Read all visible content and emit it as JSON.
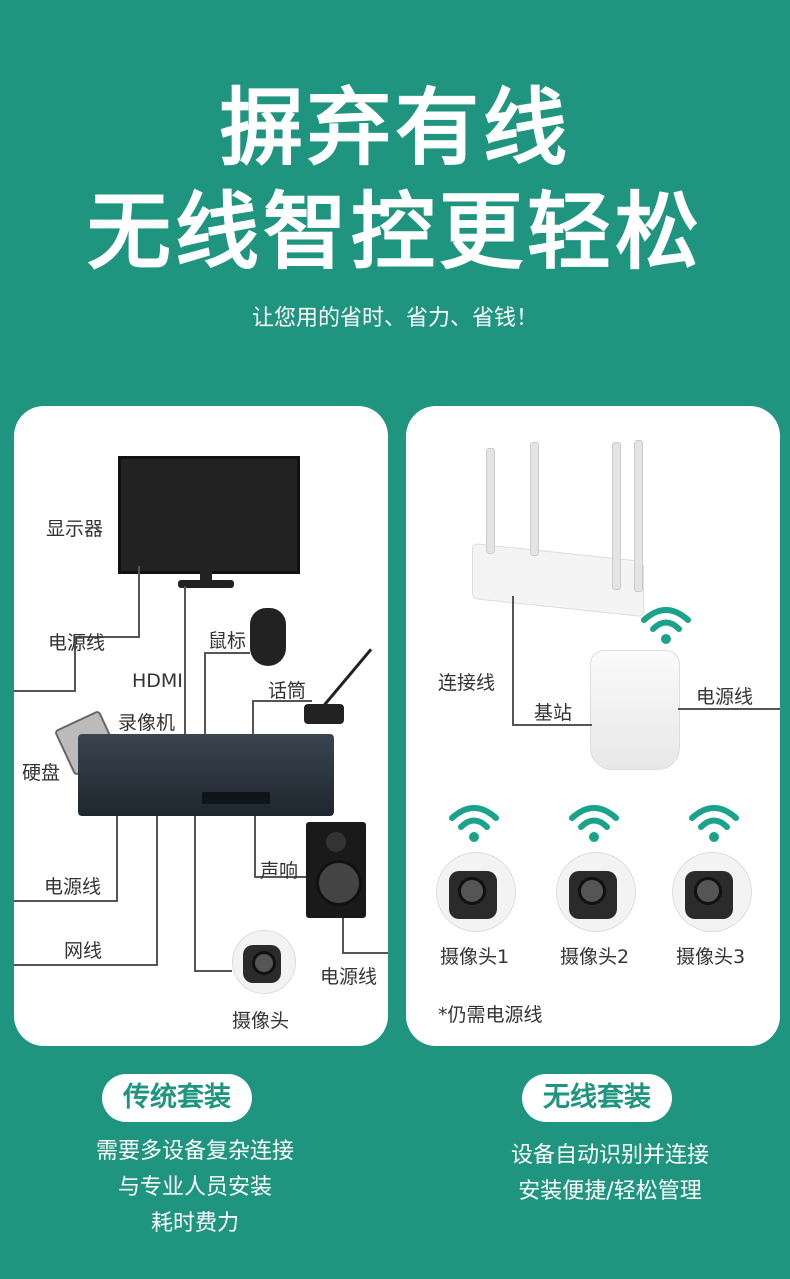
{
  "headline": {
    "line1": "摒弃有线",
    "line2": "无线智控更轻松"
  },
  "subtitle": "让您用的省时、省力、省钱！",
  "traditional": {
    "labels": {
      "monitor": "显示器",
      "power1": "电源线",
      "hdmi": "HDMI",
      "mouse": "鼠标",
      "mic": "话筒",
      "nvr": "录像机",
      "hdd": "硬盘",
      "speaker": "声响",
      "power2": "电源线",
      "network": "网线",
      "power3": "电源线",
      "camera": "摄像头"
    },
    "title": "传统套装",
    "desc": [
      "需要多设备复杂连接",
      "与专业人员安装",
      "耗时费力"
    ]
  },
  "wireless": {
    "labels": {
      "connect": "连接线",
      "base": "基站",
      "power": "电源线",
      "cam1": "摄像头1",
      "cam2": "摄像头2",
      "cam3": "摄像头3",
      "note": "*仍需电源线"
    },
    "title": "无线套装",
    "desc": [
      "设备自动识别并连接",
      "安装便捷/轻松管理"
    ]
  },
  "colors": {
    "bg": "#1f9580",
    "wifi": "#1aa38a"
  }
}
